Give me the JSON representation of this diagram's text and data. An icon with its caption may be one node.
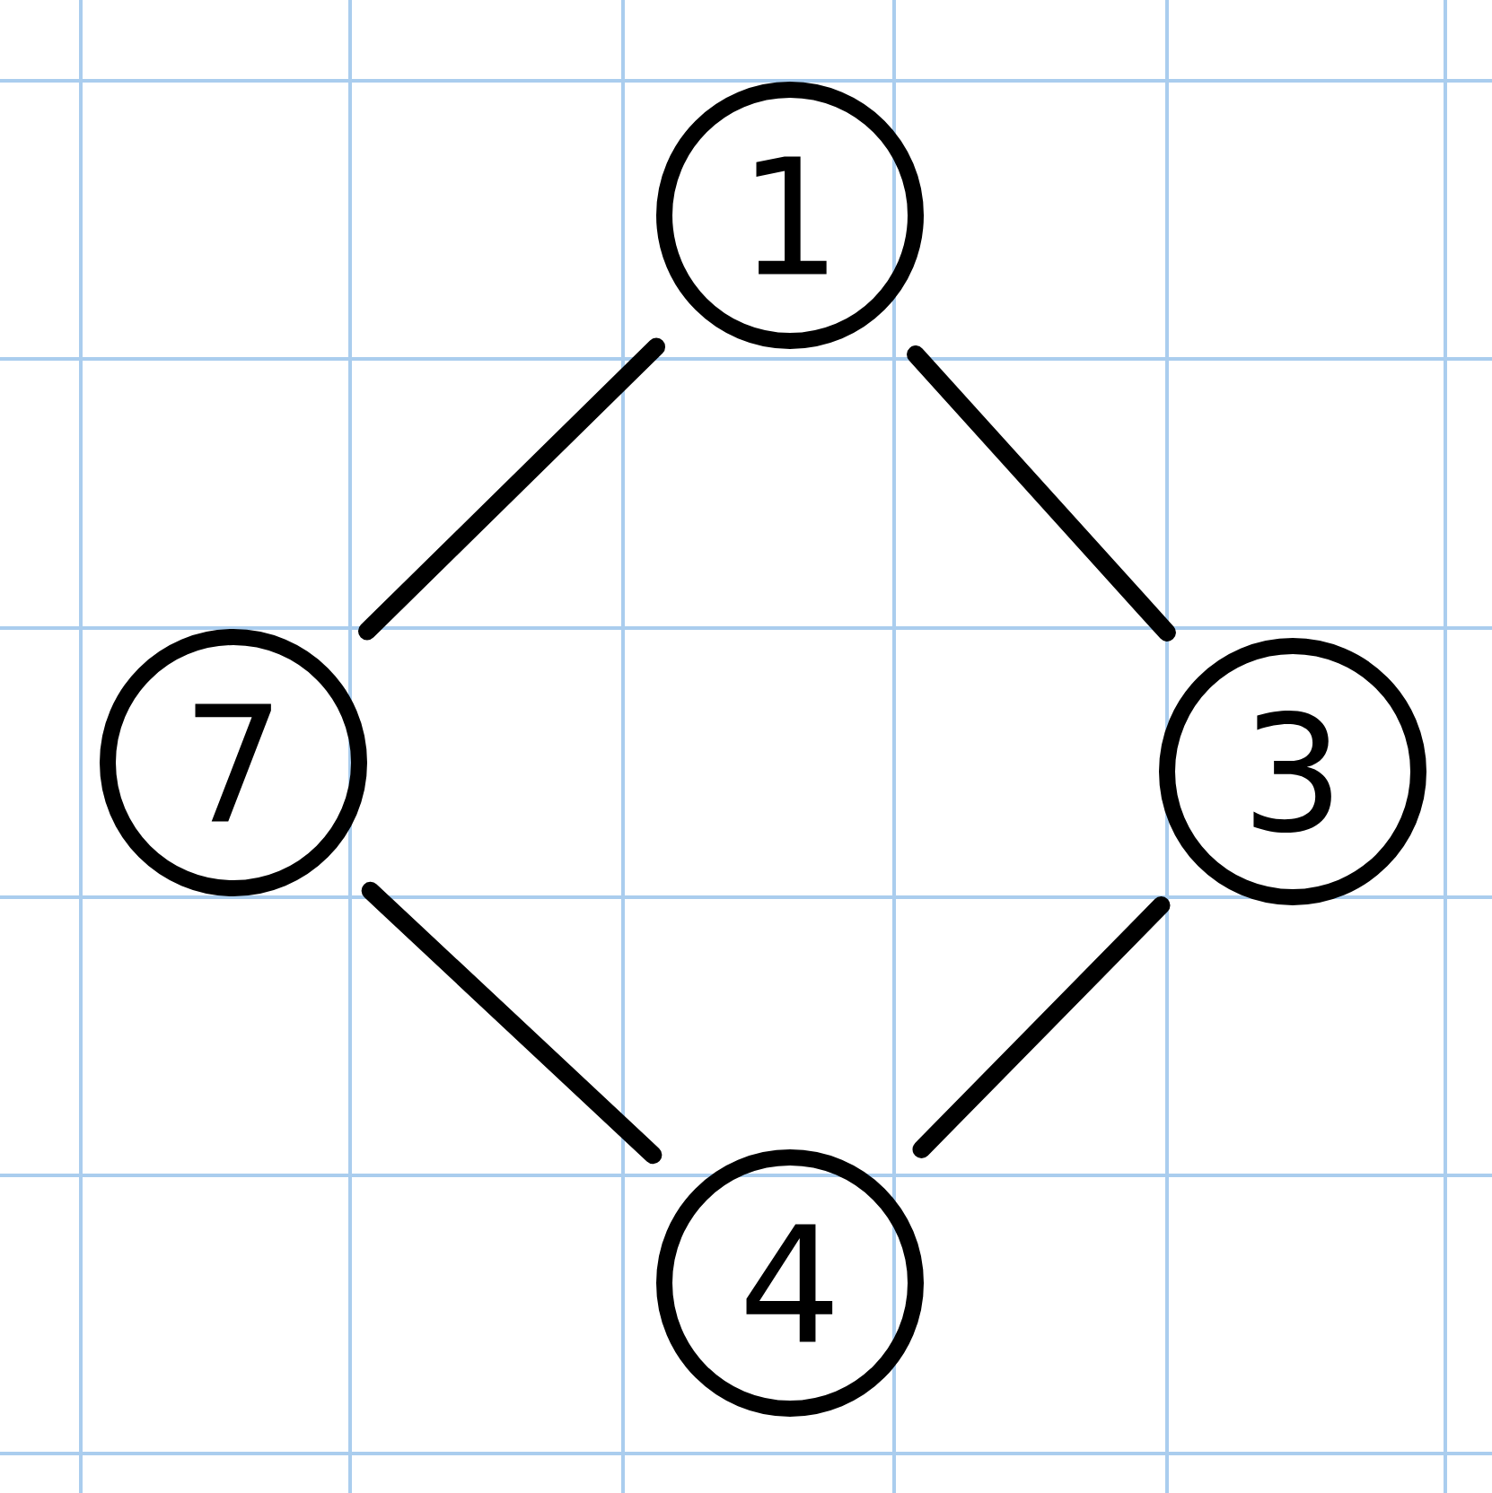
{
  "diagram": {
    "nodes": [
      {
        "text": [
          "1"
        ]
      },
      {
        "text": [
          "7"
        ]
      },
      {
        "text": [
          "3"
        ]
      },
      {
        "text": [
          "4"
        ]
      }
    ],
    "edges": [
      {
        "from": 1,
        "to": 0,
        "arrow": "none"
      },
      {
        "from": 0,
        "to": 2,
        "arrow": "none"
      },
      {
        "from": 2,
        "to": 3,
        "arrow": "none"
      },
      {
        "from": 1,
        "to": 3,
        "arrow": "none"
      }
    ]
  }
}
